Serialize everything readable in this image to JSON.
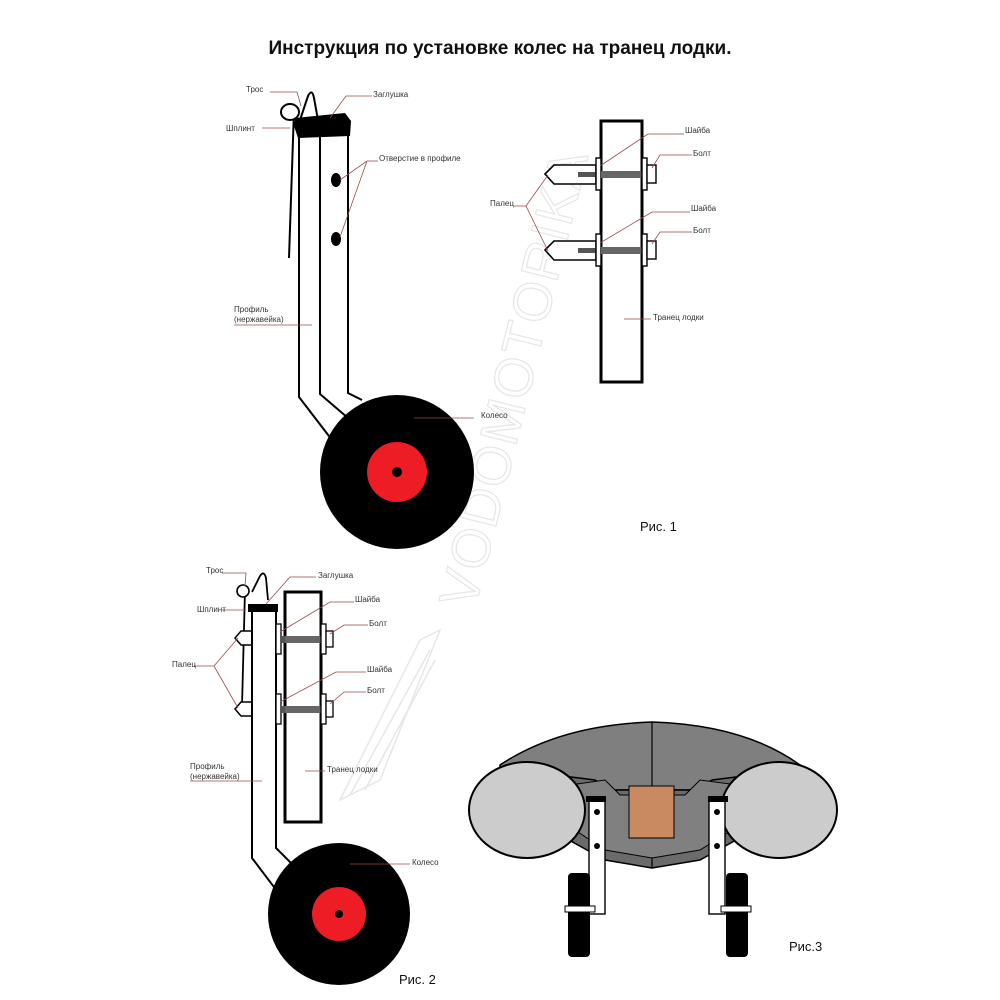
{
  "title": "Инструкция по установке колес на транец лодки.",
  "watermark": "VODOMOTORIKA",
  "figure1": {
    "caption": "Рис. 1",
    "labels": {
      "cable": "Трос",
      "cotter": "Шплинт",
      "cap": "Заглушка",
      "hole": "Отверстие в профиле",
      "profile_line1": "Профиль",
      "profile_line2": "(нержавейка)",
      "wheel": "Колесо",
      "pin": "Палец",
      "washer_top": "Шайба",
      "bolt_top": "Болт",
      "washer_bottom": "Шайба",
      "bolt_bottom": "Болт",
      "transom": "Транец лодки"
    }
  },
  "figure2": {
    "caption": "Рис. 2",
    "labels": {
      "cable": "Трос",
      "cap": "Заглушка",
      "cotter": "Шплинт",
      "washer_top": "Шайба",
      "bolt_top": "Болт",
      "pin": "Палец",
      "washer_bottom": "Шайба",
      "bolt_bottom": "Болт",
      "profile_line1": "Профиль",
      "profile_line2": "(нержавейка)",
      "transom": "Транец лодки",
      "wheel": "Колесо"
    }
  },
  "figure3": {
    "caption": "Рис.3"
  },
  "colors": {
    "wheel_tire": "#000000",
    "wheel_hub": "#ee1c24",
    "boat_tube": "#cccccc",
    "boat_hull": "#7f7f7f",
    "transom_plate": "#c98a62",
    "leader": "#9a4a4a"
  }
}
